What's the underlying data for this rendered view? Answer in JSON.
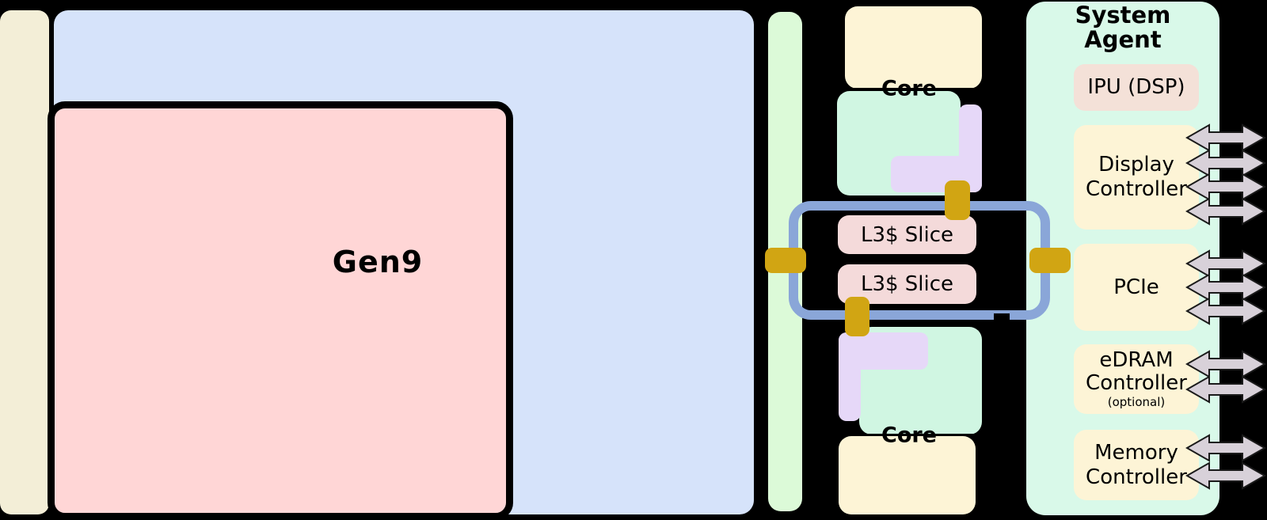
{
  "labels": {
    "gen9": "Gen9",
    "core_top": "Core",
    "core_bottom": "Core",
    "l3_slice_1": "L3$ Slice",
    "l3_slice_2": "L3$ Slice",
    "system_agent_line1": "System",
    "system_agent_line2": "Agent",
    "ipu": "IPU (DSP)",
    "display_controller_line1": "Display",
    "display_controller_line2": "Controller",
    "pcie": "PCIe",
    "edram_line1": "eDRAM",
    "edram_line2": "Controller",
    "edram_line3": "(optional)",
    "memory_line1": "Memory",
    "memory_line2": "Controller"
  },
  "colors": {
    "background": "#000000",
    "die_beige": "#f3eed7",
    "gpu_blue": "#d6e3fa",
    "gen9_pink": "#ffd6d6",
    "bar_green": "#dcfad8",
    "core_cream": "#fdf4d6",
    "core_mint": "#d0f6e2",
    "core_purple": "#e6d8f8",
    "l3_pink": "#f4dada",
    "ring_blue": "#8aa6d8",
    "connector_gold": "#d1a513",
    "agent_mint": "#d9f9e9",
    "ipu_rose": "#f4e1d8",
    "arrow_fill": "#d8d1d9",
    "arrow_stroke": "#1a1a1a",
    "text": "#000000"
  },
  "io_arrows": {
    "type": "bidirectional",
    "groups": [
      {
        "target": "display-controller",
        "y_centers": [
          174,
          206,
          236,
          267
        ]
      },
      {
        "target": "pcie",
        "y_centers": [
          333,
          363,
          393
        ]
      },
      {
        "target": "edram-controller",
        "y_centers": [
          460,
          492
        ]
      },
      {
        "target": "memory-controller",
        "y_centers": [
          566,
          601
        ]
      }
    ]
  }
}
